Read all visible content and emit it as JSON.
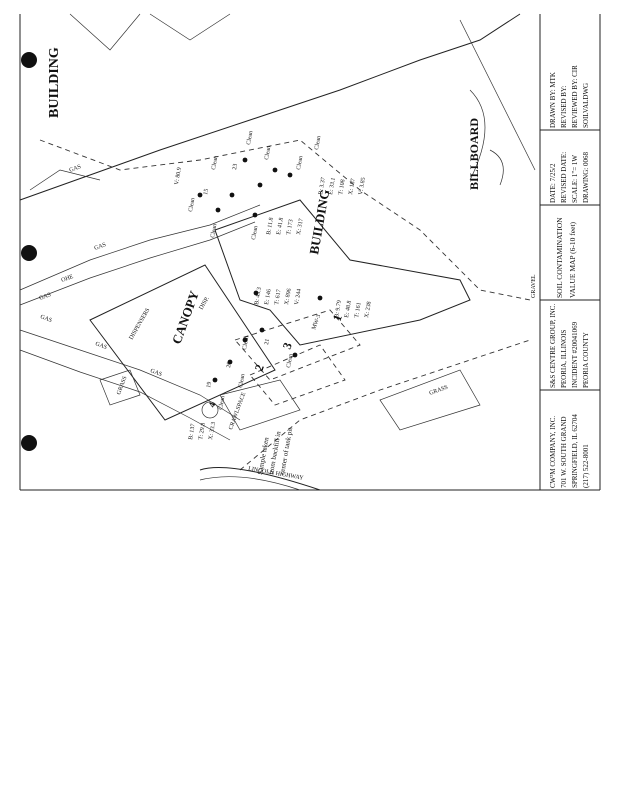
{
  "labels": {
    "building_top": "BUILDING",
    "building_center": "BUILDING",
    "canopy": "CANOPY",
    "billboard": "BILLBOARD",
    "grass_a": "GRASS",
    "grass_b": "GRASS",
    "gravel": "GRAVEL",
    "disp": "DISP.",
    "dispensers": "DISPENSERS",
    "tank_1": "1",
    "tank_2": "2",
    "tank_3": "3",
    "tank_4": "4",
    "mw3": "MW-3",
    "roadway": "LINCOLN HIGHWAY",
    "gas_1": "GAS",
    "gas_2": "GAS",
    "gas_3": "GAS",
    "gas_4": "GAS",
    "gas_5": "GAS",
    "gas_6": "GAS",
    "overhead": "OHE",
    "crawlspace": "CRAWLSPACE"
  },
  "samples": {
    "s1": "V: 80.9",
    "s2": "Clean",
    "s3": "15",
    "s4": "Clean",
    "s5": "23",
    "s6": "Clean",
    "s7": "B: 11.8",
    "s8": "E: 41.8",
    "s9": "T: 173",
    "s10": "X: 317",
    "s11": "B: 43.3",
    "s12": "E: 146",
    "s13": "T: 617",
    "s14": "X: 896",
    "s15": "V: 244",
    "s16": "B: 9.79",
    "s17": "E: 48.8",
    "s18": "T: 161",
    "s19": "X: 238",
    "s20": "B: 137",
    "s21": "T: 29.8",
    "s22": "X: 33.3",
    "s23": "B: 3.37",
    "s24": "E: 33.1",
    "s25": "T: 108",
    "s26": "X: 187",
    "s27": "V: 3.85",
    "s28": "19",
    "s29": "20",
    "s30": "21",
    "s31": "Clean",
    "s32": "Clean",
    "s33": "Clean",
    "s34": "Clean",
    "s35": "Clean",
    "s36": "Clean",
    "s37": "Clean",
    "s38": "Clean",
    "s39": "Clean"
  },
  "note": {
    "line1": "Sample taken",
    "line2": "from backfill in",
    "line3": "center of tank pit"
  },
  "title_block": {
    "company": {
      "l1": "CW³M COMPANY, INC.",
      "l2": "701 W. SOUTH GRAND",
      "l3": "SPRINGFIELD, IL 62704",
      "l4": "(217) 522-8001"
    },
    "client": {
      "l1": "S&S CENTRE GROUP, INC.",
      "l2": "PEORIA, ILLINOIS",
      "l3": "INCIDENT #20041069",
      "l4": "PEORIA COUNTY"
    },
    "drawing": {
      "l1": "SOIL CONTAMINATION",
      "l2": "VALUE MAP (6-10 feet)"
    },
    "meta": {
      "l1": "DATE: 7/25/2",
      "l2": "REVISED DATE:",
      "l3": "SCALE: 1\"= 1W",
      "l4": "DRAWING: 0068"
    },
    "people": {
      "l1": "DRAWN BY: MTK",
      "l2": "REVISED BY:",
      "l3": "REVIEWED BY: CIR",
      "l4": "SOILVALDWG"
    }
  }
}
